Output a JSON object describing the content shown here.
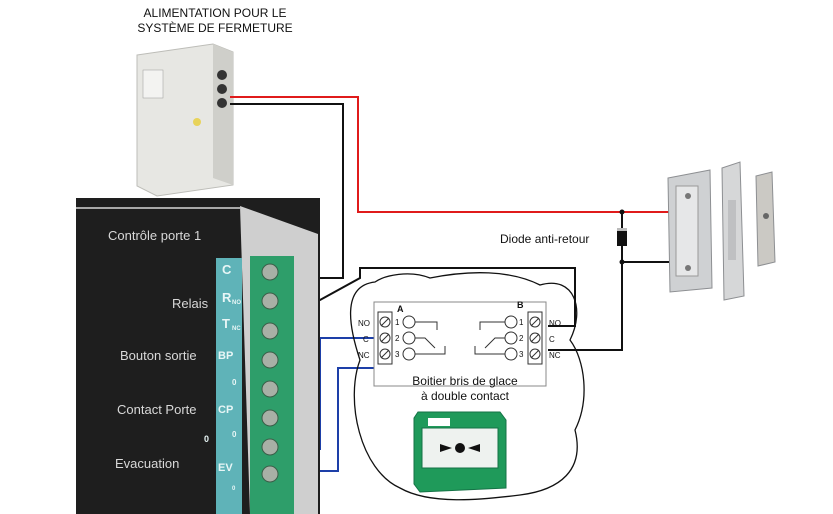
{
  "power_supply": {
    "title_line1": "ALIMENTATION POUR LE",
    "title_line2": "SYSTÈME DE FERMETURE"
  },
  "diode": {
    "label": "Diode anti-retour"
  },
  "board": {
    "header": "Contrôle porte 1",
    "labels": [
      "Relais",
      "Bouton sortie",
      "Contact Porte",
      "Evacuation"
    ],
    "terminal_tags": [
      "C",
      "R",
      "T",
      "BP",
      "CP",
      "EV"
    ],
    "terminal_subs": [
      "NO",
      "NC",
      "0",
      "0",
      "0",
      "0"
    ]
  },
  "glass_box": {
    "label_line1": "Boitier bris de glace",
    "label_line2": "à double contact",
    "side_a": "A",
    "side_b": "B",
    "left_pins": [
      "NO",
      "C",
      "NC"
    ],
    "right_pins": [
      "NO",
      "C",
      "NC"
    ],
    "pin_numbers": [
      "1",
      "2",
      "3"
    ]
  },
  "colors": {
    "wire_positive": "#e01b1b",
    "wire_negative": "#111111",
    "wire_evac": "#1d3fa8",
    "terminal_block": "#2e9e6a",
    "tag_bg": "#5fb3b8",
    "board_bg": "#1e1e1e",
    "callpoint": "#1f9a5a"
  }
}
